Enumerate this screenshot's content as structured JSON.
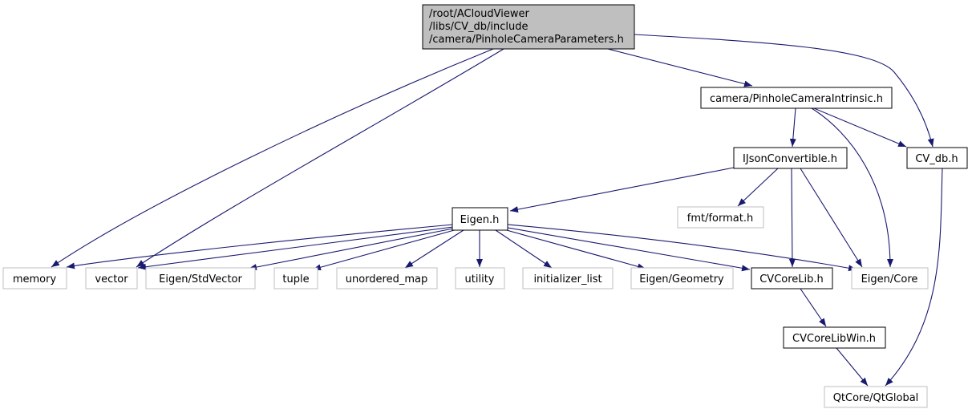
{
  "colors": {
    "edge": "#191970",
    "root_fill": "#bfbfbf",
    "node_border": "#000000",
    "missing_border": "#bfbfbf",
    "background": "#ffffff"
  },
  "nodes": {
    "root": {
      "lines": [
        "/root/ACloudViewer",
        "/libs/CV_db/include",
        "/camera/PinholeCameraParameters.h"
      ]
    },
    "intrinsic": {
      "label": "camera/PinholeCameraIntrinsic.h"
    },
    "cvdb": {
      "label": "CV_db.h"
    },
    "ijson": {
      "label": "IJsonConvertible.h"
    },
    "eigen": {
      "label": "Eigen.h"
    },
    "fmt": {
      "label": "fmt/format.h"
    },
    "memory": {
      "label": "memory"
    },
    "vector": {
      "label": "vector"
    },
    "stdvector": {
      "label": "Eigen/StdVector"
    },
    "tuple": {
      "label": "tuple"
    },
    "unordered_map": {
      "label": "unordered_map"
    },
    "utility": {
      "label": "utility"
    },
    "initializer_list": {
      "label": "initializer_list"
    },
    "geometry": {
      "label": "Eigen/Geometry"
    },
    "cvcorelib": {
      "label": "CVCoreLib.h"
    },
    "eigencore": {
      "label": "Eigen/Core"
    },
    "cvcorelibwin": {
      "label": "CVCoreLibWin.h"
    },
    "qtglobal": {
      "label": "QtCore/QtGlobal"
    }
  }
}
